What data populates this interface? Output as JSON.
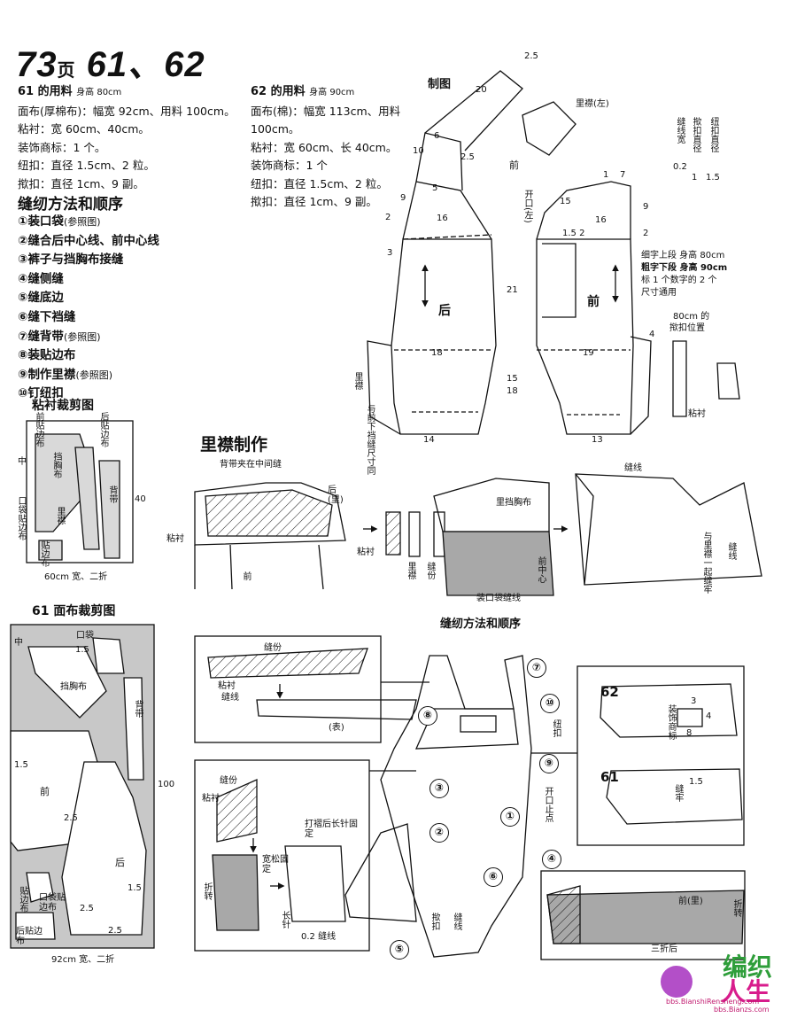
{
  "header": {
    "page_prefix": "73",
    "page_suffix": "页",
    "numbers": "61、62"
  },
  "materials_61": {
    "title": "61 的用料",
    "height": "身高 80cm",
    "lines": [
      "面布(厚棉布)：幅宽 92cm、用料 100cm。",
      "粘衬：宽 60cm、40cm。",
      "装饰商标：1 个。",
      "纽扣：直径 1.5cm、2 粒。",
      "揿扣：直径 1cm、9 副。"
    ]
  },
  "materials_62": {
    "title": "62 的用料",
    "height": "身高 90cm",
    "lines": [
      "面布(棉)：幅宽 113cm、用料",
      "100cm。",
      "粘衬：宽 60cm、长 40cm。",
      "装饰商标：1 个",
      "纽扣：直径 1.5cm、2 粒。",
      "揿扣：直径 1cm、9 副。"
    ]
  },
  "sewing_title": "缝纫方法和顺序",
  "steps": [
    {
      "n": "①",
      "t": "装口袋",
      "r": "(参照图)"
    },
    {
      "n": "②",
      "t": "缝合后中心线、前中心线",
      "r": ""
    },
    {
      "n": "③",
      "t": "裤子与挡胸布接缝",
      "r": ""
    },
    {
      "n": "④",
      "t": "缝侧缝",
      "r": ""
    },
    {
      "n": "⑤",
      "t": "缝底边",
      "r": ""
    },
    {
      "n": "⑥",
      "t": "缝下裆缝",
      "r": ""
    },
    {
      "n": "⑦",
      "t": "缝背带",
      "r": "(参照图)"
    },
    {
      "n": "⑧",
      "t": "装贴边布",
      "r": ""
    },
    {
      "n": "⑨",
      "t": "制作里襟",
      "r": "(参照图)"
    },
    {
      "n": "⑩",
      "t": "钉纽扣",
      "r": ""
    }
  ],
  "interfacing": {
    "title": "粘衬裁剪图",
    "front_facing": "前贴边布",
    "back_facing": "后贴边布",
    "center": "中",
    "bib": "挡胸布",
    "flap": "里襟",
    "strap": "背带",
    "pocket_facing": "口袋贴边布",
    "facing": "贴边布",
    "dim40": "40",
    "width": "60cm 宽、二折"
  },
  "drafting": {
    "title": "制图",
    "back": "后",
    "front": "前",
    "lining_left": "里襟(左)",
    "opening": "开口(左)",
    "topstitch_width": "缝线宽",
    "button_dia": "揿扣直径",
    "btn_dia": "纽扣直径",
    "v02": "0.2",
    "v1": "1",
    "v15": "1.5",
    "note1": "细字上段 身高 80cm",
    "note2": "粗字下段 身高 90cm",
    "note3": "标 1 个数字的 2 个",
    "note4": "尺寸通用",
    "snap_note": "80cm 的",
    "snap_note2": "揿扣位置",
    "interfacing": "粘衬",
    "side_note": "与前下裆缝尺寸同",
    "lining_side": "里襟",
    "n25": "2.5",
    "n2": "2",
    "n20": "20",
    "n10": "10",
    "n6": "6",
    "n5": "5",
    "n9": "9",
    "n16": "16",
    "n3": "3",
    "n21": "21",
    "n7": "7",
    "n18": "18",
    "n15_18": "15",
    "n18b": "18",
    "n14": "14",
    "n19": "19",
    "n13": "13",
    "n4": "4",
    "n1": "1",
    "n152": "1.5 2"
  },
  "flap_making": {
    "title": "里襟制作",
    "strap_note": "背带夹在中间缝",
    "back_lining": "后(里)",
    "interfacing": "粘衬",
    "front": "前",
    "lining": "里襟",
    "cut": "缝份",
    "bib_lining": "里挡胸布",
    "front_center": "前中心",
    "pocket_stitch": "装口袋缝线",
    "topstitch": "缝线",
    "with_flap": "与里襟一起缝牢"
  },
  "fabric": {
    "title": "61 面布裁剪图",
    "center": "中",
    "pocket": "口袋",
    "bib": "挡胸布",
    "strap": "背带",
    "front": "前",
    "back": "后",
    "facing": "贴边布",
    "pocket_facing": "口袋贴边布",
    "back_facing": "后贴边布",
    "dim100": "100",
    "width": "92cm 宽、二折",
    "v15": "1.5",
    "v25": "2.5"
  },
  "sequence": {
    "title": "缝纫方法和顺序",
    "allowance": "缝份",
    "interfacing": "粘衬",
    "stitch": "缝线",
    "outer": "(表)",
    "fold": "折转",
    "loose": "宽松固定",
    "after_pleat": "打褶后长针固定",
    "long_stitch": "长针",
    "stitch02": "0.2 缝线",
    "button": "纽扣",
    "snap": "揿扣",
    "opening_end": "开口止点",
    "label": "装饰商标",
    "l62": "62",
    "l61": "61",
    "v8": "8",
    "v4": "4",
    "v3": "3",
    "v15": "1.5",
    "sew_firm": "缝牢",
    "front_lining": "前(里)",
    "three_fold": "三折后",
    "fold2": "折转"
  },
  "logo": {
    "a": "编织",
    "b": "人生",
    "url1": "bbs.BianshiRensheng.com",
    "url2": "bbs.Bianzs.com"
  }
}
